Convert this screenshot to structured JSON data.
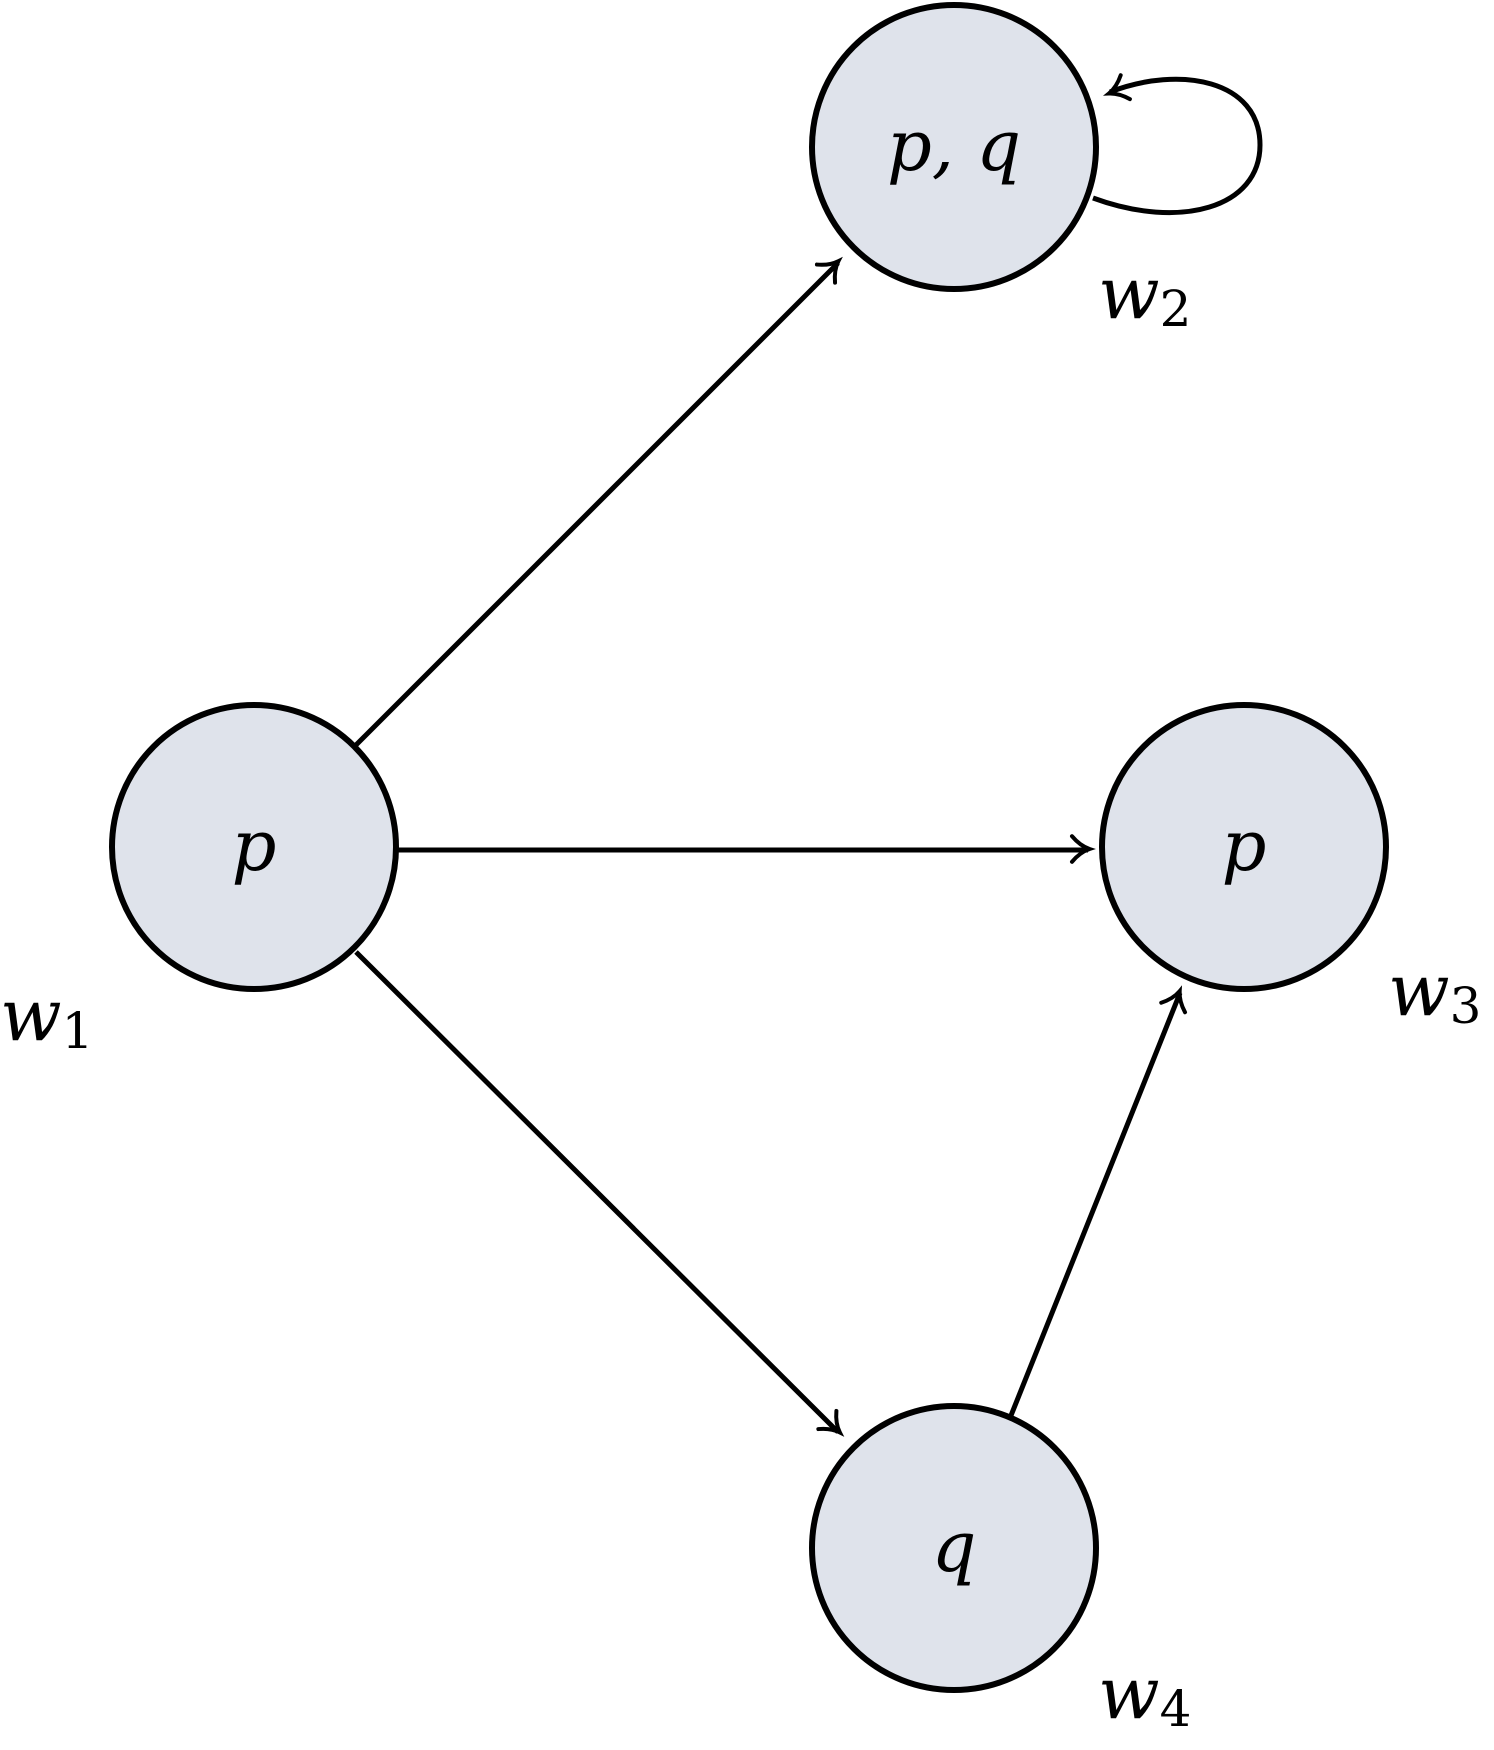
{
  "diagram": {
    "type": "kripke-model",
    "worlds": [
      {
        "id": "w1",
        "name": "w",
        "index": "1",
        "valuation": "p"
      },
      {
        "id": "w2",
        "name": "w",
        "index": "2",
        "valuation": "p, q"
      },
      {
        "id": "w3",
        "name": "w",
        "index": "3",
        "valuation": "p"
      },
      {
        "id": "w4",
        "name": "w",
        "index": "4",
        "valuation": "q"
      }
    ],
    "edges": [
      {
        "from": "w1",
        "to": "w2"
      },
      {
        "from": "w1",
        "to": "w3"
      },
      {
        "from": "w1",
        "to": "w4"
      },
      {
        "from": "w4",
        "to": "w3"
      },
      {
        "from": "w2",
        "to": "w2"
      }
    ],
    "colors": {
      "node_fill": "#dfe3eb",
      "stroke": "#000000"
    }
  }
}
